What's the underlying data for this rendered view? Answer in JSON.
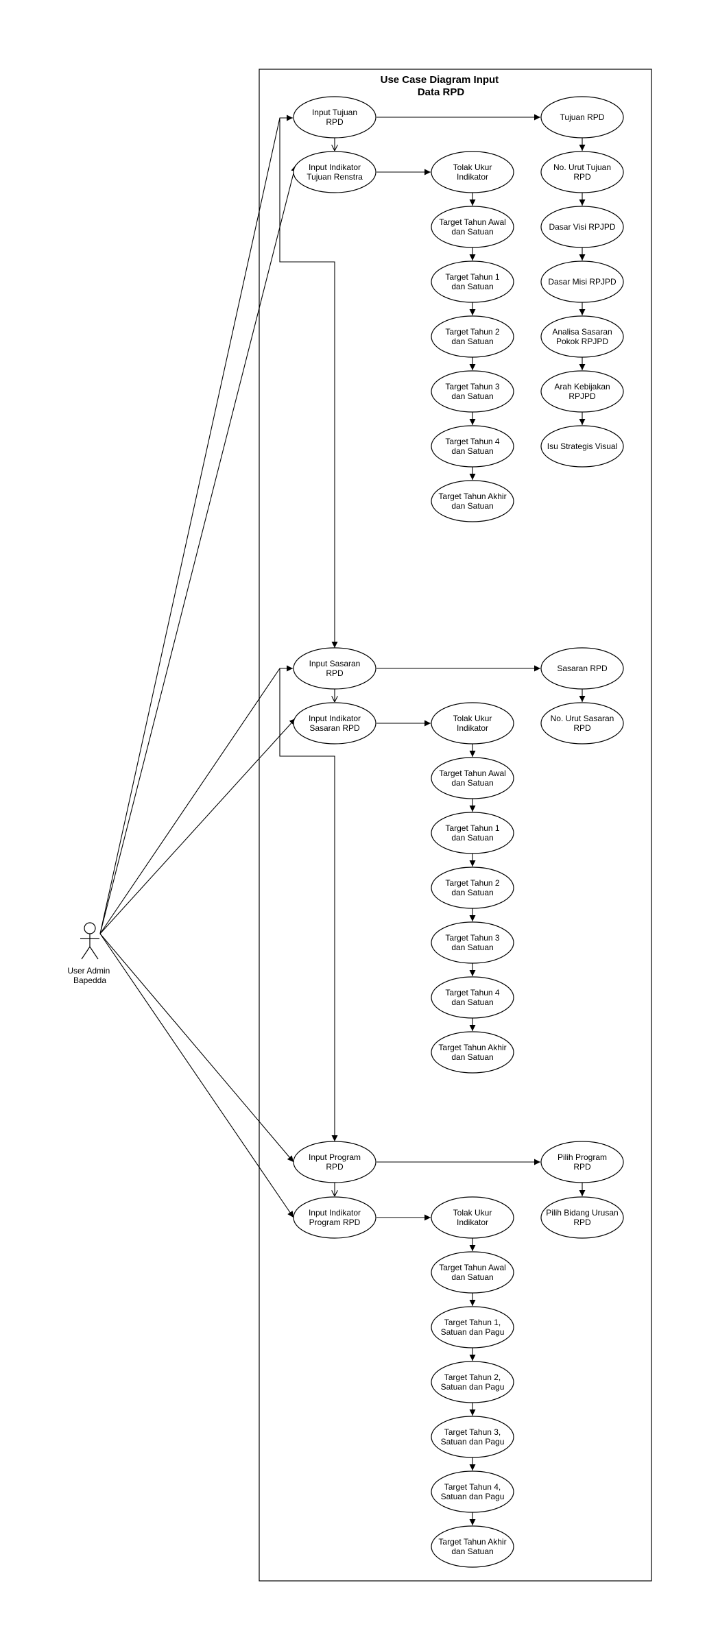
{
  "system": {
    "title_line1": "Use Case Diagram Input",
    "title_line2": "Data RPD"
  },
  "actor": {
    "label_line1": "User Admin",
    "label_line2": "Bapedda"
  },
  "use_cases": {
    "input_tujuan": [
      "Input Tujuan",
      "RPD"
    ],
    "input_ind_tujuan": [
      "Input Indikator",
      "Tujuan Renstra"
    ],
    "t_tolak_ukur": [
      "Tolak Ukur",
      "Indikator"
    ],
    "t_target_awal": [
      "Target Tahun Awal",
      "dan Satuan"
    ],
    "t_target_1": [
      "Target Tahun 1",
      "dan Satuan"
    ],
    "t_target_2": [
      "Target Tahun 2",
      "dan Satuan"
    ],
    "t_target_3": [
      "Target Tahun 3",
      "dan Satuan"
    ],
    "t_target_4": [
      "Target Tahun 4",
      "dan Satuan"
    ],
    "t_target_akhir": [
      "Target Tahun Akhir",
      "dan Satuan"
    ],
    "tujuan_rpd": [
      "Tujuan RPD"
    ],
    "no_urut_tujuan": [
      "No. Urut Tujuan",
      "RPD"
    ],
    "dasar_visi": [
      "Dasar Visi RPJPD"
    ],
    "dasar_misi": [
      "Dasar Misi RPJPD"
    ],
    "analisa_sasaran": [
      "Analisa Sasaran",
      "Pokok RPJPD"
    ],
    "arah_kebijakan": [
      "Arah Kebijakan",
      "RPJPD"
    ],
    "isu_strategis": [
      "Isu Strategis Visual"
    ],
    "input_sasaran": [
      "Input Sasaran",
      "RPD"
    ],
    "input_ind_sasaran": [
      "Input Indikator",
      "Sasaran RPD"
    ],
    "s_tolak_ukur": [
      "Tolak Ukur",
      "Indikator"
    ],
    "s_target_awal": [
      "Target Tahun Awal",
      "dan Satuan"
    ],
    "s_target_1": [
      "Target Tahun 1",
      "dan Satuan"
    ],
    "s_target_2": [
      "Target Tahun 2",
      "dan Satuan"
    ],
    "s_target_3": [
      "Target Tahun 3",
      "dan Satuan"
    ],
    "s_target_4": [
      "Target Tahun 4",
      "dan Satuan"
    ],
    "s_target_akhir": [
      "Target Tahun Akhir",
      "dan Satuan"
    ],
    "sasaran_rpd": [
      "Sasaran RPD"
    ],
    "no_urut_sasaran": [
      "No. Urut Sasaran",
      "RPD"
    ],
    "input_program": [
      "Input Program",
      "RPD"
    ],
    "input_ind_program": [
      "Input Indikator",
      "Program RPD"
    ],
    "p_tolak_ukur": [
      "Tolak Ukur",
      "Indikator"
    ],
    "p_target_awal": [
      "Target Tahun Awal",
      "dan Satuan"
    ],
    "p_target_1": [
      "Target Tahun 1,",
      "Satuan dan Pagu"
    ],
    "p_target_2": [
      "Target Tahun 2,",
      "Satuan dan Pagu"
    ],
    "p_target_3": [
      "Target Tahun 3,",
      "Satuan dan Pagu"
    ],
    "p_target_4": [
      "Target Tahun 4,",
      "Satuan dan Pagu"
    ],
    "p_target_akhir": [
      "Target Tahun Akhir",
      "dan Satuan"
    ],
    "pilih_program": [
      "Pilih Program",
      "RPD"
    ],
    "pilih_bidang": [
      "Pilih Bidang Urusan",
      "RPD"
    ]
  }
}
